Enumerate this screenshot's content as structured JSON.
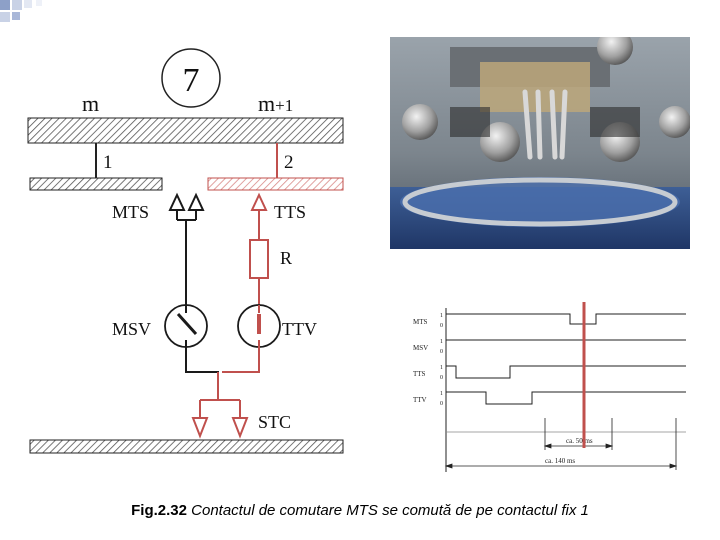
{
  "diagram": {
    "step_number": "7",
    "tap_left": "m",
    "tap_right_base": "m",
    "tap_right_suffix": "+1",
    "contact_1": "1",
    "contact_2": "2",
    "mts": "MTS",
    "tts": "TTS",
    "resistor": "R",
    "msv": "MSV",
    "ttv": "TTV",
    "stc": "STC"
  },
  "colors": {
    "black_path": "#1a1a1a",
    "red_path": "#c0504d",
    "hatch": "#555555"
  },
  "timing": {
    "signals": [
      {
        "name": "MTS",
        "high": "1",
        "low": "0"
      },
      {
        "name": "MSV",
        "high": "1",
        "low": "0"
      },
      {
        "name": "TTS",
        "high": "1",
        "low": "0"
      },
      {
        "name": "TTV",
        "high": "1",
        "low": "0"
      }
    ],
    "interval_short": "ca. 50 ms",
    "interval_long": "ca. 140 ms"
  },
  "caption": {
    "number": "Fig.2.32",
    "text": "Contactul de comutare MTS se comută de pe contactul fix 1"
  }
}
